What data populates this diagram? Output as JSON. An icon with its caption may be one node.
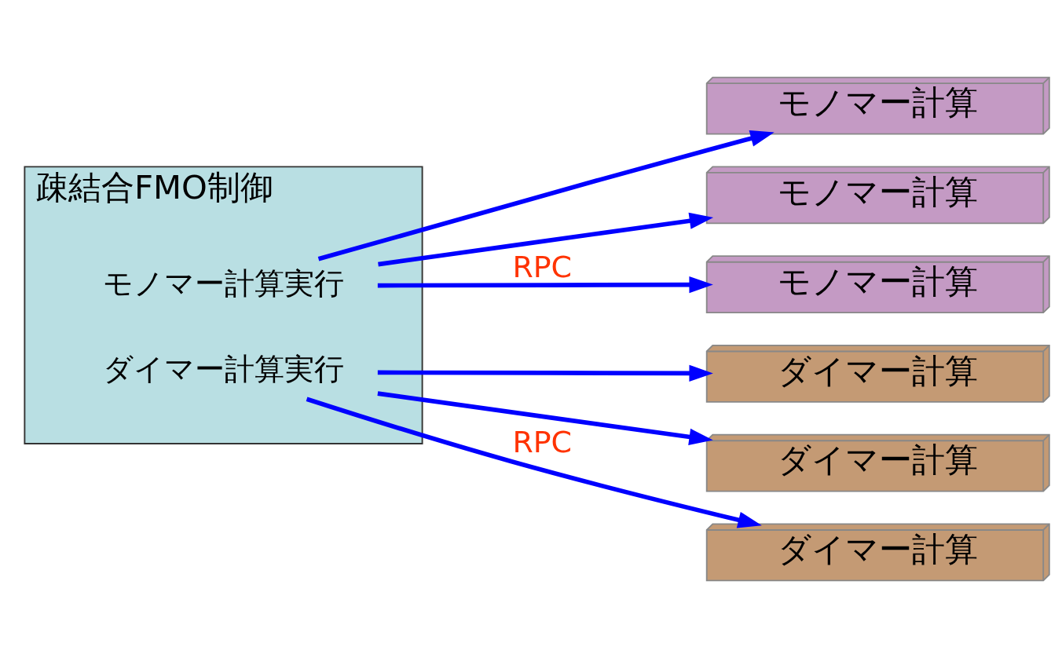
{
  "diagram": {
    "nodes": [
      {
        "text": [
          "疎結合FMO制御"
        ]
      },
      {
        "text": [
          "モノマー計算実行"
        ],
        "in": 0
      },
      {
        "text": [
          "ダイマー計算実行"
        ],
        "in": 0
      },
      {
        "text": [
          "モノマー計算"
        ]
      },
      {
        "text": [
          "モノマー計算"
        ]
      },
      {
        "text": [
          "モノマー計算"
        ]
      },
      {
        "text": [
          "ダイマー計算"
        ]
      },
      {
        "text": [
          "ダイマー計算"
        ]
      },
      {
        "text": [
          "ダイマー計算"
        ]
      }
    ],
    "edges": [
      {
        "from": 1,
        "to": 3,
        "arrow": "to"
      },
      {
        "from": 1,
        "to": 4,
        "arrow": "to"
      },
      {
        "from": 1,
        "to": 5,
        "arrow": "to",
        "label": "RPC"
      },
      {
        "from": 2,
        "to": 6,
        "arrow": "to"
      },
      {
        "from": 2,
        "to": 7,
        "arrow": "to"
      },
      {
        "from": 2,
        "to": 8,
        "arrow": "to",
        "label": "RPC"
      }
    ]
  }
}
